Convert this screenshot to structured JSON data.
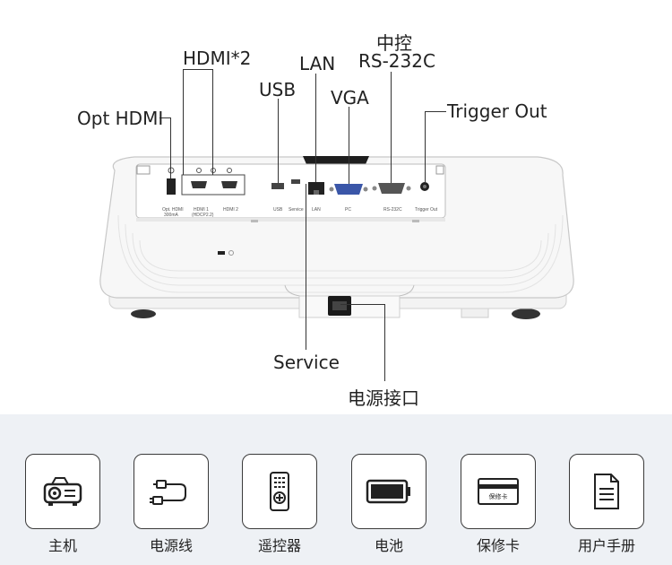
{
  "callouts": {
    "opt_hdmi": "Opt HDMI",
    "hdmi2": "HDMI*2",
    "usb": "USB",
    "lan": "LAN",
    "vga": "VGA",
    "rs232_line1": "中控",
    "rs232_line2": "RS-232C",
    "trigger_out": "Trigger Out",
    "service": "Service",
    "power": "电源接口"
  },
  "panel_labels": {
    "opt_hdmi_line1": "Opt. HDMI",
    "opt_hdmi_line2": "300mA",
    "hdmi1_line1": "HDMI 1",
    "hdmi1_line2": "(HDCP2.2)",
    "hdmi2": "HDMI 2",
    "usb": "USB",
    "service": "Service",
    "lan": "LAN",
    "pc": "PC",
    "rs232c": "RS-232C",
    "trigger_out": "Trigger Out"
  },
  "accessories": [
    {
      "label": "主机",
      "icon": "projector-icon"
    },
    {
      "label": "电源线",
      "icon": "power-cable-icon"
    },
    {
      "label": "遥控器",
      "icon": "remote-control-icon"
    },
    {
      "label": "电池",
      "icon": "battery-icon"
    },
    {
      "label": "保修卡",
      "icon": "warranty-card-icon",
      "card_text": "保修卡"
    },
    {
      "label": "用户手册",
      "icon": "user-manual-icon"
    }
  ]
}
